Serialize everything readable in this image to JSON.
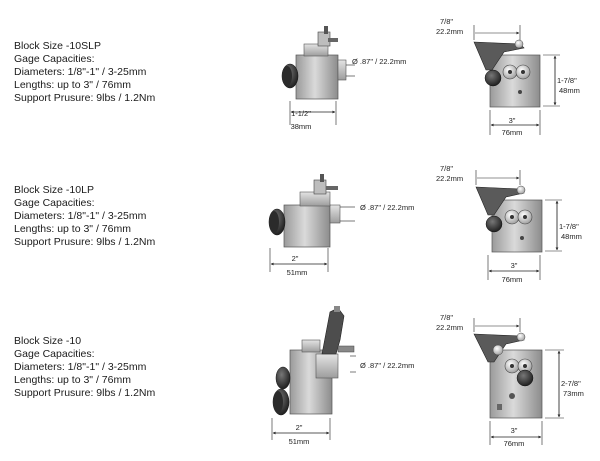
{
  "blocks": [
    {
      "name": "Block Size -10SLP",
      "gage_label": "Gage Capacities:",
      "diameters": "Diameters: 1/8\"-1\" / 3-25mm",
      "lengths": "Lengths: up to 3\" / 76mm",
      "support": "Support Prusure: 9lbs / 1.2Nm",
      "side_diameter": "Ø .87\" / 22.2mm",
      "side_width_in": "1-1/2\"",
      "side_width_mm": "38mm",
      "front_top_in": "7/8\"",
      "front_top_mm": "22.2mm",
      "front_height_in": "1-7/8\"",
      "front_height_mm": "48mm",
      "front_width_in": "3\"",
      "front_width_mm": "76mm"
    },
    {
      "name": "Block Size -10LP",
      "gage_label": "Gage Capacities:",
      "diameters": "Diameters: 1/8\"-1\" / 3-25mm",
      "lengths": "Lengths: up to 3\" / 76mm",
      "support": "Support Prusure: 9lbs / 1.2Nm",
      "side_diameter": "Ø .87\" / 22.2mm",
      "side_width_in": "2\"",
      "side_width_mm": "51mm",
      "front_top_in": "7/8\"",
      "front_top_mm": "22.2mm",
      "front_height_in": "1-7/8\"",
      "front_height_mm": "48mm",
      "front_width_in": "3\"",
      "front_width_mm": "76mm"
    },
    {
      "name": "Block Size -10",
      "gage_label": "Gage Capacities:",
      "diameters": "Diameters: 1/8\"-1\" / 3-25mm",
      "lengths": "Lengths: up to 3\" / 76mm",
      "support": "Support Prusure: 9lbs / 1.2Nm",
      "side_diameter": "Ø .87\" / 22.2mm",
      "side_width_in": "2\"",
      "side_width_mm": "51mm",
      "front_top_in": "7/8\"",
      "front_top_mm": "22.2mm",
      "front_height_in": "2-7/8\"",
      "front_height_mm": "73mm",
      "front_width_in": "3\"",
      "front_width_mm": "76mm"
    }
  ]
}
